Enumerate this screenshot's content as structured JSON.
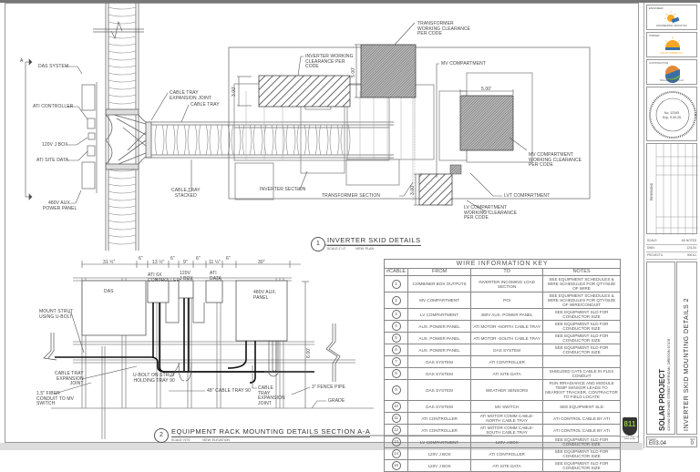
{
  "drawing": {
    "detail1": {
      "number": "1",
      "title": "INVERTER SKID DETAILS",
      "scale": "SCALE:1\"=2'",
      "view": "VIEW: PLAN",
      "labels": {
        "section_marker": "A",
        "das_system": "DAS SYSTEM",
        "ati_controller": "ATI CONTROLLER",
        "j_box": "120V J BOX",
        "ati_site_data": "ATI SITE DATA",
        "aux_panel": "480V AUX.\nPOWER PANEL",
        "expansion_joint": "CABLE TRAY\nEXPANSION JOINT",
        "cable_tray": "CABLE TRAY",
        "cable_tray_stacked": "CABLE TRAY\nSTACKED",
        "inverter_clearance": "INVERTER WORKING\nCLEARANCE PER\nCODE",
        "transformer_clearance": "TRANSFORMER\nWORKING CLEARANCE\nPER CODE",
        "mv_compartment": "MV COMPARTMENT",
        "mv_clearance": "MV COMPARTMENT\nWORKING CLEARANCE\nPER CODE",
        "lv_compartment": "LVT COMPARTMENT",
        "lv_clearance": "LV COMPARTMENT\nWORKING CLEARANCE\nPER CODE",
        "inverter_section": "INVERTER SECTION",
        "transformer_section": "TRANSFORMER SECTION",
        "dim_3ft_a": "3.00'",
        "dim_5ft_a": "5.00'",
        "dim_5ft_b": "5.00'",
        "dim_3ft_b": "3.00'",
        "bubble_1": "1",
        "bubble_2": "2"
      }
    },
    "detail2": {
      "number": "2",
      "title": "EQUIPMENT RACK MOUNTING DETAILS SECTION A-A",
      "scale": "SCALE: NTS",
      "view": "VIEW: ELEVATION",
      "labels": {
        "das": "DAS",
        "ati_6x_controller": "ATI 6X\nCONTROLLER",
        "j_box": "120V\nJ BOX",
        "ati_data": "ATI\nDATA",
        "aux_panel": "480V AUX.\nPANEL",
        "mount_strut": "MOUNT STRUT\nUSING U-BOLT",
        "cable_tray_exp": "CABLE TRAY\nEXPANSION\nJOINT",
        "fiber_conduit": "1.5\" FIBER\nCONDUIT TO MV\nSWITCH",
        "ubolt": "U-BOLT ON STRUT\nHOLDING TRAY 90",
        "cable_tray_90": "48\" CABLE TRAY 90",
        "cable_tray_exp2": "CABLE\nTRAY\nEXPANSION\nJOINT",
        "fence_pipe": "3\" FENCE PIPE",
        "grade": "GRADE",
        "dim_31": "31 ½\"",
        "dim_6a": "6\"",
        "dim_13": "13 ½\"",
        "dim_6b": "6\"",
        "dim_9": "9\"",
        "dim_6c": "6\"",
        "dim_11": "11 ½\"",
        "dim_6d": "6\"",
        "dim_30": "30\"",
        "dim_height": "6.00'"
      }
    }
  },
  "wire_key": {
    "title": "WIRE INFORMATION KEY",
    "headers": [
      "#CABLE",
      "FROM",
      "TO",
      "NOTES"
    ],
    "rows": [
      {
        "n": "1",
        "from": "COMBINER BOX OUTPUTS",
        "to": "INVERTER INCOMING LOAD SECTION",
        "notes": "SEE EQUIPMENT SCHEDULES & WIRE SCHEDULES FOR QTY/SIZE OF WIRE"
      },
      {
        "n": "2",
        "from": "MV COMPARTMENT",
        "to": "POI",
        "notes": "SEE EQUIPMENT SCHEDULES & WIRE SCHEDULES FOR QTY/SIZE OF WIRE/CONDUIT"
      },
      {
        "n": "3",
        "from": "LV COMPARTMENT",
        "to": "480V AUX. POWER PANEL",
        "notes": "SEE EQUIPMENT SLD FOR CONDUCTOR SIZE"
      },
      {
        "n": "4",
        "from": "AUX. POWER PANEL",
        "to": "ATI MOTOR -NORTH CABLE TRAY",
        "notes": "SEE EQUIPMENT SLD FOR CONDUCTOR SIZE"
      },
      {
        "n": "5",
        "from": "AUX. POWER PANEL",
        "to": "ATI MOTOR -SOUTH CABLE TRAY",
        "notes": "SEE EQUIPMENT SLD FOR CONDUCTOR SIZE"
      },
      {
        "n": "6",
        "from": "AUX. POWER PANEL",
        "to": "DAS SYSTEM",
        "notes": "SEE EQUIPMENT SLD FOR CONDUCTOR SIZE"
      },
      {
        "n": "7",
        "from": "DAS SYSTEM",
        "to": "ATI CONTROLLER",
        "notes": ""
      },
      {
        "n": "8",
        "from": "DAS SYSTEM",
        "to": "ATI SITE DATA",
        "notes": "SHIELDED CAT5 CABLE IN FLEX CONDUIT"
      },
      {
        "n": "9",
        "from": "DAS SYSTEM",
        "to": "WEATHER SENSORS",
        "notes": "RUN IRRADIANCE AND MODULE TEMP SENSOR LEADS TO NEAREST TRACKER, CONTRACTOR TO FIELD LOCATE"
      },
      {
        "n": "10",
        "from": "DAS SYSTEM",
        "to": "MV SWITCH",
        "notes": "SEE EQUIPMENT SLD"
      },
      {
        "n": "11",
        "from": "ATI CONTROLLER",
        "to": "ATI MOTOR COMM CABLE-NORTH CABLE TRAY",
        "notes": "ATI CONTROL CABLE BY ATI"
      },
      {
        "n": "12",
        "from": "ATI CONTROLLER",
        "to": "ATI MOTOR COMM CABLE-SOUTH CABLE TRAY",
        "notes": "ATI CONTROL CABLE BY ATI"
      },
      {
        "n": "13",
        "from": "LV COMPARTMENT",
        "to": "120V J BOX",
        "notes": "SEE EQUIPMENT SLD FOR CONDUCTOR SIZE"
      },
      {
        "n": "14",
        "from": "120V J BOX",
        "to": "ATI CONTROLLER",
        "notes": "SEE EQUIPMENT SLD FOR CONDUCTOR SIZE"
      },
      {
        "n": "15",
        "from": "120V J BOX",
        "to": "ATI SITE DATA",
        "notes": "SEE EQUIPMENT SLD FOR CONDUCTOR SIZE"
      }
    ]
  },
  "title_block": {
    "engineer_caption": "ENGINEER",
    "engineer_name": "ENGINEERING GROUP INC",
    "owner_caption": "OWNER",
    "owner_name": "SOLAR OWNER LLC",
    "contractor_caption": "CONTRACTOR",
    "contractor_name": "SOLAR BUILDER LLC",
    "stamp_line1": "No. 12345",
    "stamp_line2": "Exp. 9-30-25",
    "revisions_caption": "REVISIONS",
    "scale_label": "SCALE:",
    "scale_value": "AS NOTED",
    "dwn_label": "DWN:",
    "dwn_value": "12/1/24",
    "project_label": "PROJECT#:",
    "project_value": "000111",
    "project_name": "SOLAR PROJECT",
    "project_address": "410 NW ORCHARD STREET SHERIDAN, OREGON 97378",
    "sheet_title": "INVERTER SKID MOUNTING DETAILS 2",
    "sheet_caption": "SHEET",
    "sheet_number": "E03.04",
    "rev_caption": "REV",
    "rev_value": "0",
    "badge_811": "811",
    "badge_811_text": "Know what's below. Call before you dig."
  },
  "colors": {
    "line": "#555555",
    "hatch": "#777777",
    "logo_sun": "#f5a623",
    "logo_blue": "#3a6ea5",
    "badge_green": "#8dc63f",
    "badge_dark": "#333333"
  }
}
